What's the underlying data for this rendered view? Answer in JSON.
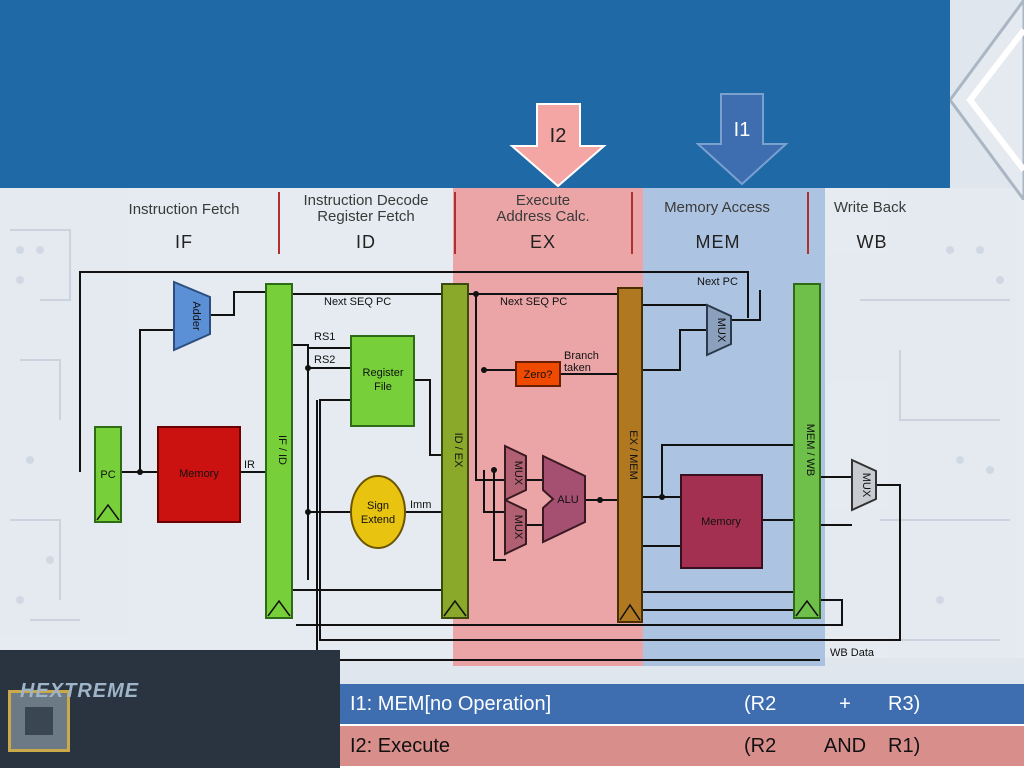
{
  "markers": {
    "i2": {
      "label": "I2",
      "color": "#f4a6a4"
    },
    "i1": {
      "label": "I1",
      "color": "#3e6db0"
    }
  },
  "stages": [
    {
      "title_lines": [
        "Instruction Fetch"
      ],
      "abbr": "IF"
    },
    {
      "title_lines": [
        "Instruction Decode",
        "Register Fetch"
      ],
      "abbr": "ID"
    },
    {
      "title_lines": [
        "Execute",
        "Address Calc."
      ],
      "abbr": "EX"
    },
    {
      "title_lines": [
        "Memory Access"
      ],
      "abbr": "MEM"
    },
    {
      "title_lines": [
        "Write Back"
      ],
      "abbr": "WB"
    }
  ],
  "highlights": {
    "ex_color": "#f06b6b",
    "mem_color": "#7ea3d6"
  },
  "blocks": {
    "adder": "Adder",
    "pc": "PC",
    "inst_memory": "Memory",
    "if_id": "IF / ID",
    "register_file_l1": "Register",
    "register_file_l2": "File",
    "sign_extend_l1": "Sign",
    "sign_extend_l2": "Extend",
    "id_ex": "ID / EX",
    "zero": "Zero?",
    "mux": "MUX",
    "alu": "ALU",
    "ex_mem": "EX / MEM",
    "data_memory": "Memory",
    "mem_wb": "MEM / WB"
  },
  "signals": {
    "next_seq_pc": "Next SEQ PC",
    "rs1": "RS1",
    "rs2": "RS2",
    "ir": "IR",
    "imm": "Imm",
    "branch_taken_l1": "Branch",
    "branch_taken_l2": "taken",
    "next_pc": "Next PC",
    "wb_data": "WB Data"
  },
  "logo": "HEXTREME",
  "table": [
    {
      "instr": "I1: MEM[no Operation]",
      "op_a": "(R2",
      "op": "+",
      "op_b": "R3)"
    },
    {
      "instr": "I2: Execute",
      "op_a": "(R2",
      "op": "AND",
      "op_b": "R1)"
    }
  ]
}
